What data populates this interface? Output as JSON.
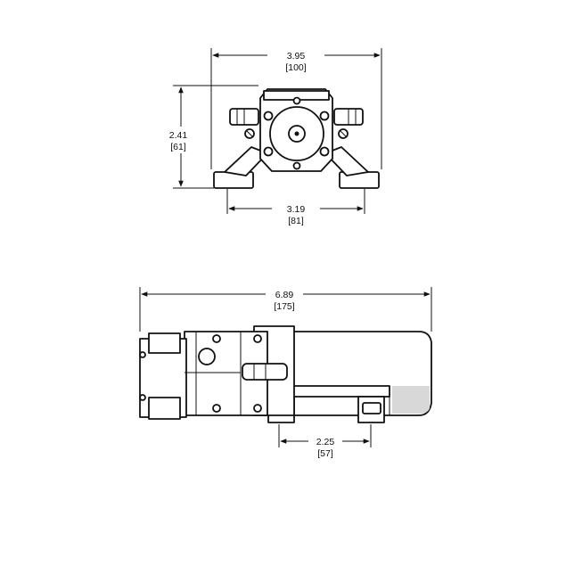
{
  "diagram": {
    "top_view": {
      "width_in": "3.95",
      "width_mm": "[100]",
      "height_in": "2.41",
      "height_mm": "[61]",
      "mount_in": "3.19",
      "mount_mm": "[81]"
    },
    "side_view": {
      "length_in": "6.89",
      "length_mm": "[175]",
      "mount_in": "2.25",
      "mount_mm": "[57]"
    },
    "colors": {
      "line": "#111111",
      "fill": "#ffffff",
      "shade": "#d8d8d8"
    }
  }
}
